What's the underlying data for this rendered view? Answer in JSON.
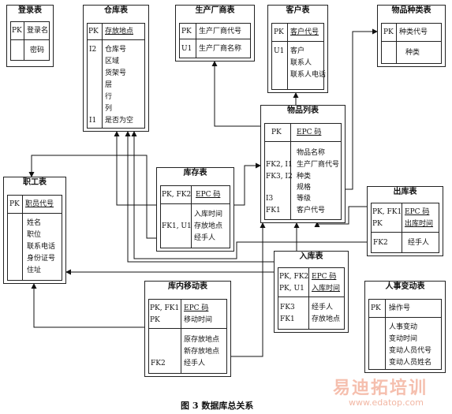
{
  "caption": "图 3   数据库总关系",
  "watermark": {
    "brand": "易迪拓培训",
    "site": "www.edatop.com"
  },
  "entities": {
    "login": {
      "title": "登录表",
      "pk_label": "PK",
      "pk_field": "登录名",
      "attrs": [
        "密码"
      ]
    },
    "warehouse": {
      "title": "仓库表",
      "pk_label": "PK",
      "pk_field": "存放地点",
      "attr_keys": [
        "I2",
        "",
        "",
        "",
        "",
        "",
        "I1"
      ],
      "attrs": [
        "仓库号",
        "区域",
        "货架号",
        "层",
        "行",
        "列",
        "是否为空"
      ]
    },
    "manufacturer": {
      "title": "生产厂商表",
      "pk_label": "PK",
      "pk_field": "生产厂商代号",
      "attr_keys": [
        "U1"
      ],
      "attrs": [
        "生产厂商名称"
      ]
    },
    "customer": {
      "title": "客户表",
      "pk_label": "PK",
      "pk_field": "客户代号",
      "attr_keys": [
        "U1"
      ],
      "attrs": [
        "客户",
        "联系人",
        "联系人电话"
      ]
    },
    "category": {
      "title": "物品种类表",
      "pk_label": "PK",
      "pk_field": "种类代号",
      "attrs": [
        "种类"
      ]
    },
    "goods": {
      "title": "物品列表",
      "pk_label": "PK",
      "pk_field": "EPC 码",
      "attr_keys": [
        "FK2, I1",
        "FK3, I2",
        "I3",
        "FK1"
      ],
      "attrs": [
        "物品名称",
        "生产厂商代号",
        "种类",
        "规格",
        "等级",
        "客户代号"
      ]
    },
    "staff": {
      "title": "职工表",
      "pk_label": "PK",
      "pk_field": "职员代号",
      "attrs": [
        "姓名",
        "职位",
        "联系电话",
        "身份证号",
        "住址"
      ]
    },
    "inventory": {
      "title": "库存表",
      "pk_label": "PK, FK2",
      "pk_field": "EPC 码",
      "attr_keys": [
        "FK1, U1"
      ],
      "attrs": [
        "入库时间",
        "存放地点",
        "经手人"
      ]
    },
    "outbound": {
      "title": "出库表",
      "pk_labels": [
        "PK, FK1",
        "PK"
      ],
      "pk_fields": [
        "EPC 码",
        "出库时间"
      ],
      "attr_keys": [
        "FK2"
      ],
      "attrs": [
        "经手人"
      ]
    },
    "inbound": {
      "title": "入库表",
      "pk_labels": [
        "PK, FK2",
        "PK, U1"
      ],
      "pk_fields": [
        "EPC 码",
        "入库时间"
      ],
      "attr_keys": [
        "FK3",
        "FK1"
      ],
      "attrs": [
        "经手人",
        "存放地点"
      ]
    },
    "move": {
      "title": "库内移动表",
      "pk_labels": [
        "PK, FK1",
        "PK"
      ],
      "pk_fields": [
        "EPC 码",
        "移动时间"
      ],
      "attr_keys": [
        "FK2"
      ],
      "attrs": [
        "原存放地点",
        "新存放地点",
        "经手人"
      ]
    },
    "hr_change": {
      "title": "人事变动表",
      "pk_label": "PK",
      "pk_field": "操作号",
      "attrs": [
        "人事变动",
        "变动时间",
        "变动人员代号",
        "变动人员姓名"
      ]
    }
  }
}
